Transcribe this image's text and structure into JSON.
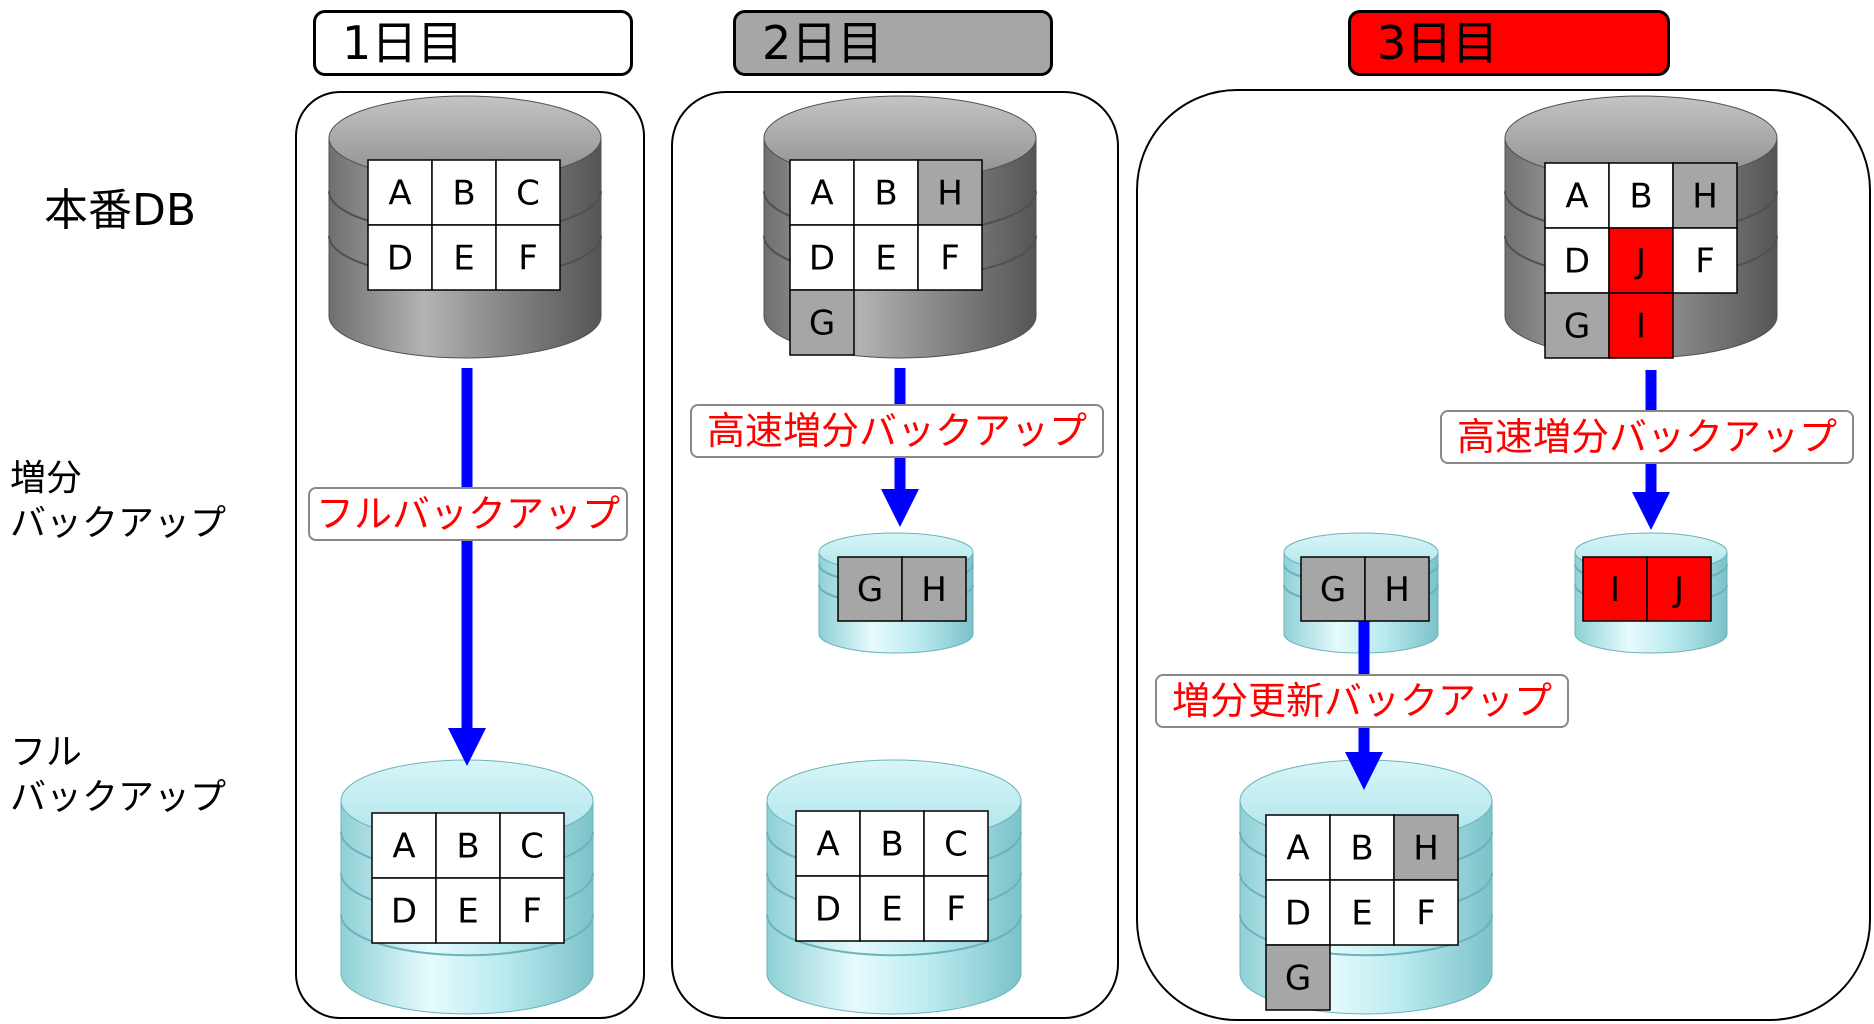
{
  "colors": {
    "highlight_gray": "#a6a6a6",
    "highlight_red": "#ff0000",
    "arrow_blue": "#0000ff",
    "op_text": "#ff0000",
    "prod_db": "#7d7d7d",
    "backup_db": "#bfeef2"
  },
  "row_labels": {
    "production": "本番DB",
    "incremental": [
      "増分",
      "バックアップ"
    ],
    "full": [
      "フル",
      "バックアップ"
    ]
  },
  "days": [
    {
      "label": "1日目",
      "header_color": "#ffffff",
      "production": {
        "rows": [
          [
            "A",
            "B",
            "C"
          ],
          [
            "D",
            "E",
            "F"
          ]
        ],
        "extra": [],
        "highlights": {}
      },
      "operation": "フルバックアップ",
      "incremental": null,
      "full": {
        "rows": [
          [
            "A",
            "B",
            "C"
          ],
          [
            "D",
            "E",
            "F"
          ]
        ],
        "extra": [],
        "highlights": {}
      }
    },
    {
      "label": "2日目",
      "header_color": "#a6a6a6",
      "production": {
        "rows": [
          [
            "A",
            "B",
            "H"
          ],
          [
            "D",
            "E",
            "F"
          ]
        ],
        "extra": [
          "G"
        ],
        "highlights": {
          "H": "gray",
          "G": "gray"
        }
      },
      "operation": "高速増分バックアップ",
      "incremental": {
        "cells": [
          "G",
          "H"
        ],
        "highlights": {
          "G": "gray",
          "H": "gray"
        }
      },
      "full": {
        "rows": [
          [
            "A",
            "B",
            "C"
          ],
          [
            "D",
            "E",
            "F"
          ]
        ],
        "extra": [],
        "highlights": {}
      }
    },
    {
      "label": "3日目",
      "header_color": "#ff0000",
      "production": {
        "rows": [
          [
            "A",
            "B",
            "H"
          ],
          [
            "D",
            "J",
            "F"
          ]
        ],
        "extra": [
          "G",
          "I"
        ],
        "highlights": {
          "H": "gray",
          "G": "gray",
          "J": "red",
          "I": "red"
        }
      },
      "operation": "高速増分バックアップ",
      "incremental": {
        "cells": [
          "I",
          "J"
        ],
        "highlights": {
          "I": "red",
          "J": "red"
        }
      },
      "merge": {
        "source": {
          "cells": [
            "G",
            "H"
          ],
          "highlights": {
            "G": "gray",
            "H": "gray"
          }
        },
        "operation": "増分更新バックアップ"
      },
      "full": {
        "rows": [
          [
            "A",
            "B",
            "H"
          ],
          [
            "D",
            "E",
            "F"
          ]
        ],
        "extra": [
          "G"
        ],
        "highlights": {
          "H": "gray",
          "G": "gray"
        }
      }
    }
  ]
}
